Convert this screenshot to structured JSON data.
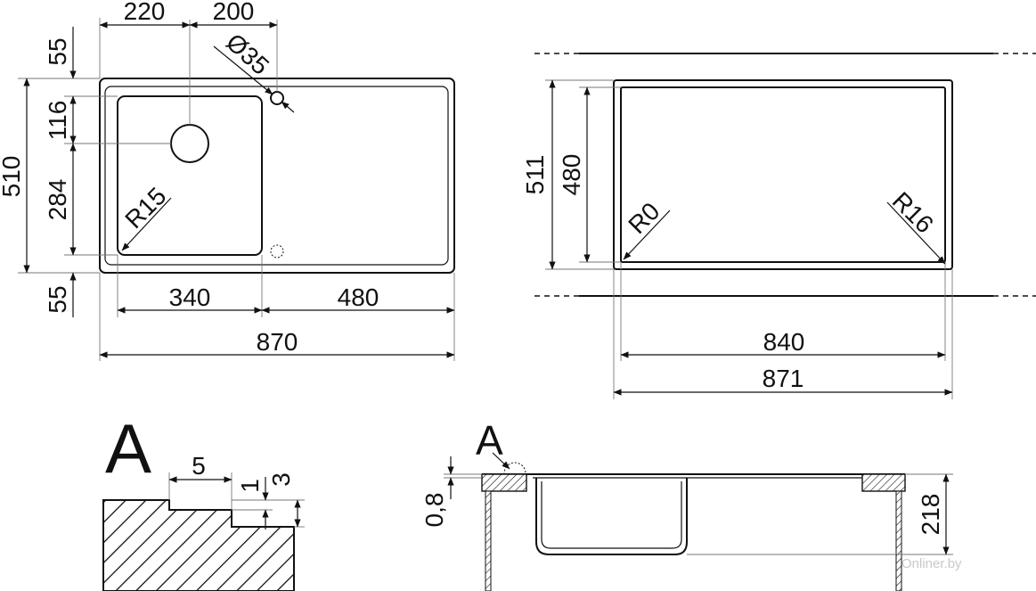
{
  "plan_view": {
    "dim_left_offset": "220",
    "dim_outlet_offset": "200",
    "dim_tap_hole": "Ø35",
    "dim_top_margin": "55",
    "dim_depth_total": "510",
    "dim_drain_offset": "116",
    "dim_bowl_depth": "284",
    "dim_bottom_margin": "55",
    "dim_bowl_radius": "R15",
    "dim_bowl_width": "340",
    "dim_drainer_width": "480",
    "dim_total_width": "870"
  },
  "cutout_view": {
    "dim_outer_depth": "511",
    "dim_inner_depth": "480",
    "dim_left_radius": "R0",
    "dim_right_radius": "R16",
    "dim_inner_width": "840",
    "dim_outer_width": "871"
  },
  "detail_a": {
    "label": "A",
    "dim_step_width": "5",
    "dim_step_height": "1",
    "dim_edge_height": "3"
  },
  "section_view": {
    "label": "A",
    "dim_lip": "0,8",
    "dim_height": "218"
  },
  "watermark": "Onliner.by"
}
